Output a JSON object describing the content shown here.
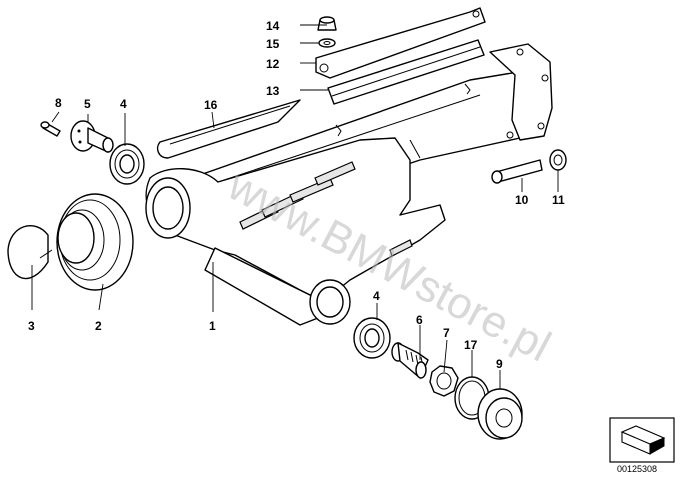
{
  "labels": {
    "p1": "1",
    "p2": "2",
    "p3": "3",
    "p4a": "4",
    "p4b": "4",
    "p5": "5",
    "p6": "6",
    "p7": "7",
    "p8": "8",
    "p9": "9",
    "p10": "10",
    "p11": "11",
    "p12": "12",
    "p13": "13",
    "p14": "14",
    "p15": "15",
    "p16": "16",
    "p17": "17"
  },
  "watermark": "www.BMWstore.pl",
  "reference_number": "00125308"
}
